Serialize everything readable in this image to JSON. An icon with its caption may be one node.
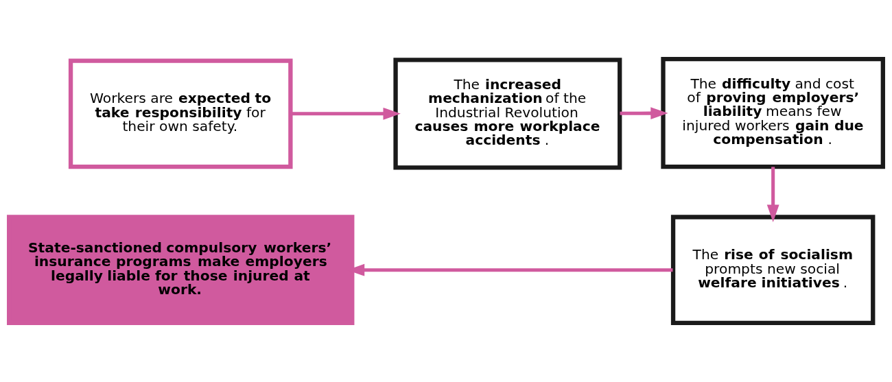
{
  "diagram": {
    "nodes": [
      {
        "text": [
          "Workers are **expected to take responsibility** for their own safety."
        ]
      },
      {
        "text": [
          "The **increased mechanization** of the Industrial Revolution **causes more workplace accidents**."
        ]
      },
      {
        "text": [
          "The **difficulty** and cost of **proving employers’ liability** means few injured workers **gain due compensation**."
        ]
      },
      {
        "text": [
          "The **rise of socialism** prompts new social **welfare initiatives**."
        ]
      },
      {
        "text": [
          "State-sanctioned compulsory workers’ insurance programs make employers legally liable for those injured at work."
        ]
      }
    ],
    "edges": [
      {
        "from": 0,
        "to": 1,
        "arrow": "to"
      },
      {
        "from": 1,
        "to": 2,
        "arrow": "to"
      },
      {
        "from": 2,
        "to": 3,
        "arrow": "to"
      },
      {
        "from": 3,
        "to": 4,
        "arrow": "to"
      }
    ]
  }
}
